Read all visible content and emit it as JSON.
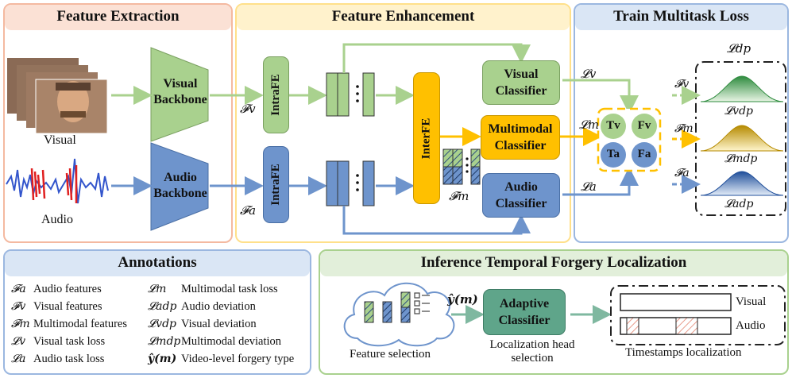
{
  "sections": {
    "feature_extraction": "Feature Extraction",
    "feature_enhancement": "Feature Enhancement",
    "train_loss": "Train Multitask Loss",
    "annotations": "Annotations",
    "inference": "Inference Temporal Forgery Localization"
  },
  "extraction": {
    "visual_label": "Visual",
    "audio_label": "Audio",
    "visual_backbone": "Visual Backbone",
    "audio_backbone": "Audio Backbone"
  },
  "enhancement": {
    "intrafe_top": "IntraFE",
    "intrafe_bottom": "IntraFE",
    "interfe": "InterFE",
    "fv": "𝓕v",
    "fa": "𝓕a",
    "fm": "𝓕m",
    "visual_classifier": "Visual Classifier",
    "multimodal_classifier": "Multimodal Classifier",
    "audio_classifier": "Audio Classifier"
  },
  "loss": {
    "lv": "𝓛v",
    "lm": "𝓛m",
    "la": "𝓛a",
    "tv": "Tv",
    "fv_cell": "Fv",
    "ta": "Ta",
    "fa_cell": "Fa",
    "ldp": "𝓛dp",
    "fv": "𝓕v",
    "fm": "𝓕m",
    "fa": "𝓕a",
    "lvdp": "𝓛vdp",
    "lmdp": "𝓛mdp",
    "ladp": "𝓛adp"
  },
  "annotations": {
    "left": [
      {
        "sym": "𝓕a",
        "text": "Audio features"
      },
      {
        "sym": "𝓕v",
        "text": "Visual features"
      },
      {
        "sym": "𝓕m",
        "text": "Multimodal features"
      },
      {
        "sym": "𝓛v",
        "text": "Visual task loss"
      },
      {
        "sym": "𝓛a",
        "text": "Audio task loss"
      }
    ],
    "right": [
      {
        "sym": "𝓛m",
        "text": "Multimodal task loss"
      },
      {
        "sym": "𝓛adp",
        "text": "Audio deviation"
      },
      {
        "sym": "𝓛vdp",
        "text": "Visual deviation"
      },
      {
        "sym": "𝓛mdp",
        "text": "Multimodal deviation"
      },
      {
        "sym": "ŷ(m)",
        "text": "Video-level forgery type"
      }
    ]
  },
  "inference": {
    "feature_selection": "Feature selection",
    "yhat": "ŷ(m)",
    "adaptive_classifier": "Adaptive Classifier",
    "head_selection": "Localization head selection",
    "visual": "Visual",
    "audio": "Audio",
    "timestamps": "Timestamps localization"
  },
  "colors": {
    "green": "#a9d18e",
    "blue": "#6e94cc",
    "yellow": "#ffc000",
    "teal": "#5fa58a"
  }
}
